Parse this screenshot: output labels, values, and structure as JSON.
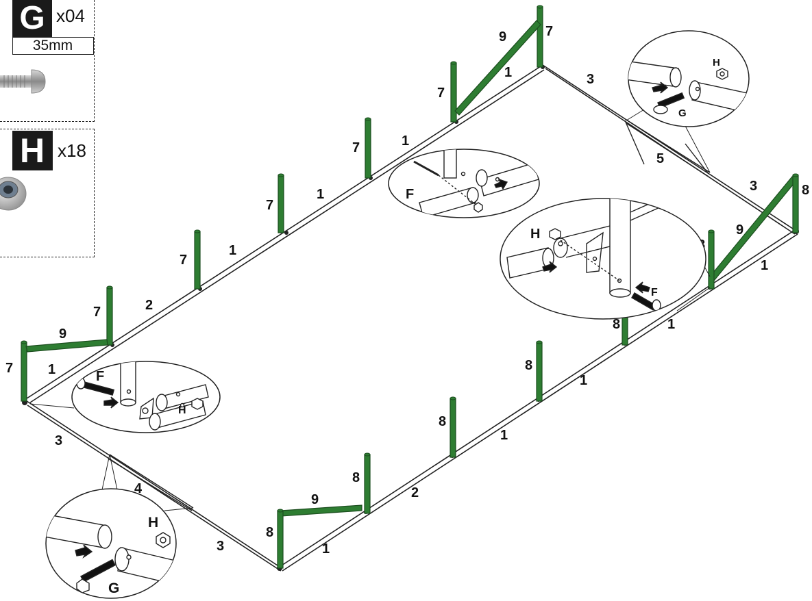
{
  "parts": {
    "g": {
      "letter": "G",
      "qty": "x04",
      "size": "35mm",
      "icon": "bolt-icon"
    },
    "h": {
      "letter": "H",
      "qty": "x18",
      "icon": "lock-nut-icon"
    }
  },
  "colors": {
    "upright": "#2e7d32",
    "upright_edge": "#1b4d1e",
    "frame": "#ffffff",
    "outline": "#222222"
  },
  "pole_labels": {
    "l7": "7",
    "l9": "9",
    "l1": "1",
    "l2": "2",
    "l3": "3",
    "l4": "4",
    "l5": "5",
    "l8": "8"
  },
  "callouts": {
    "top_right": {
      "nut": "H",
      "bolt": "G"
    },
    "middle": {
      "bolt": "F"
    },
    "right": {
      "nut": "H",
      "bolt": "F"
    },
    "left": {
      "bolt": "F",
      "nut": "H"
    },
    "bottom_left": {
      "nut": "H",
      "bolt": "G"
    }
  }
}
